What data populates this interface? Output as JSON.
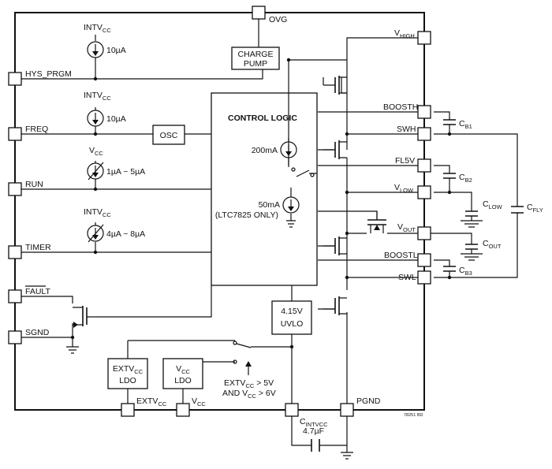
{
  "pins": {
    "ovg": "OVG",
    "vhigh_main": "V",
    "vhigh_sub": "HIGH",
    "hys_prgm": "HYS_PRGM",
    "freq": "FREQ",
    "run": "RUN",
    "timer": "TIMER",
    "fault": "FAULT",
    "sgnd": "SGND",
    "boosth": "BOOSTH",
    "swh": "SWH",
    "fl5v": "FL5V",
    "vlow_main": "V",
    "vlow_sub": "LOW",
    "vout_main": "V",
    "vout_sub": "OUT",
    "boostl": "BOOSTL",
    "swl": "SWL",
    "extvcc_main": "EXTV",
    "extvcc_sub": "CC",
    "vcc_main": "V",
    "vcc_sub": "CC",
    "pgnd": "PGND"
  },
  "blocks": {
    "charge_pump_1": "CHARGE",
    "charge_pump_2": "PUMP",
    "control_logic": "CONTROL LOGIC",
    "osc": "OSC",
    "uvlo_1": "4.15V",
    "uvlo_2": "UVLO",
    "extvcc_ldo_main": "EXTV",
    "extvcc_ldo_sub": "CC",
    "extvcc_ldo_2": "LDO",
    "vcc_ldo_main": "V",
    "vcc_ldo_sub": "CC",
    "vcc_ldo_2": "LDO"
  },
  "sources": {
    "s1_supply_main": "INTV",
    "s1_supply_sub": "CC",
    "s1_value": "10µA",
    "s2_supply_main": "INTV",
    "s2_supply_sub": "CC",
    "s2_value": "10µA",
    "s3_supply_main": "V",
    "s3_supply_sub": "CC",
    "s3_value": "1µA ~ 5µA",
    "s4_supply_main": "INTV",
    "s4_supply_sub": "CC",
    "s4_value": "4µA ~ 8µA",
    "i200": "200mA",
    "i50": "50mA",
    "i50_note": "(LTC7825 ONLY)"
  },
  "caps": {
    "cb1_main": "C",
    "cb1_sub": "B1",
    "cb2_main": "C",
    "cb2_sub": "B2",
    "cb3_main": "C",
    "cb3_sub": "B3",
    "clow_main": "C",
    "clow_sub": "LOW",
    "cout_main": "C",
    "cout_sub": "OUT",
    "cfly_main": "C",
    "cfly_sub": "FLY",
    "cintvcc_main": "C",
    "cintvcc_sub": "INTVCC",
    "cintvcc_value": "4.7µF"
  },
  "switch_condition": {
    "line1_main": "EXTV",
    "line1_sub": "CC",
    "line1_rest": " > 5V",
    "line2_a": "AND V",
    "line2_sub": "CC",
    "line2_rest": " > 6V"
  },
  "figure_id": "78251 BD"
}
